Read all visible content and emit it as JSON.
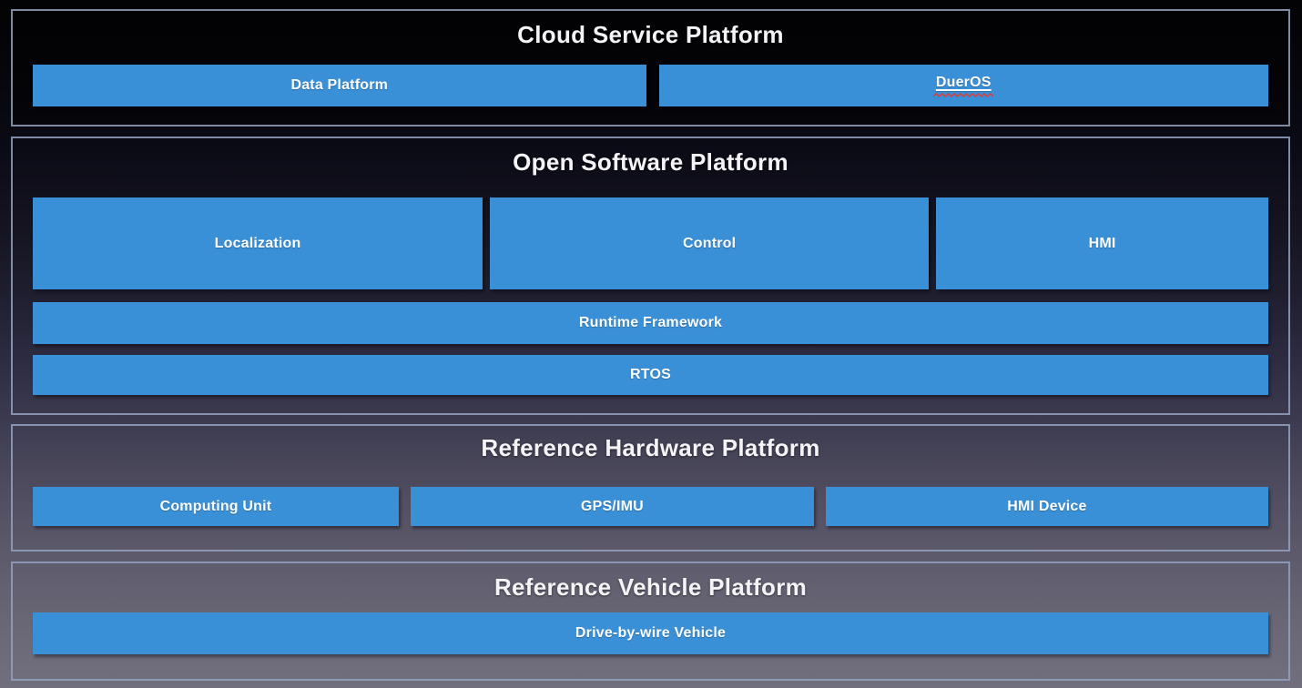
{
  "diagram": {
    "type": "layered-architecture",
    "colors": {
      "box_fill": "#3a90d7",
      "box_text": "#ffffff",
      "section_border": "#94a1c0",
      "title_text": "#f4f4f6",
      "spellcheck_squiggle": "#e03a34",
      "background_top": "#030305",
      "background_bottom": "#716e7d"
    },
    "sections": [
      {
        "title": "Cloud Service Platform",
        "rows": [
          {
            "boxes": [
              {
                "label": "Data Platform"
              },
              {
                "label": "DuerOS",
                "underlined": true,
                "spellcheck_squiggle": true
              }
            ]
          }
        ]
      },
      {
        "title": "Open Software Platform",
        "rows": [
          {
            "boxes": [
              {
                "label": "Localization"
              },
              {
                "label": "Control"
              },
              {
                "label": "HMI"
              }
            ]
          },
          {
            "boxes": [
              {
                "label": "Runtime Framework"
              }
            ]
          },
          {
            "boxes": [
              {
                "label": "RTOS"
              }
            ]
          }
        ]
      },
      {
        "title": "Reference Hardware Platform",
        "rows": [
          {
            "boxes": [
              {
                "label": "Computing Unit"
              },
              {
                "label": "GPS/IMU"
              },
              {
                "label": "HMI Device"
              }
            ]
          }
        ]
      },
      {
        "title": "Reference Vehicle Platform",
        "rows": [
          {
            "boxes": [
              {
                "label": "Drive-by-wire Vehicle"
              }
            ]
          }
        ]
      }
    ]
  }
}
